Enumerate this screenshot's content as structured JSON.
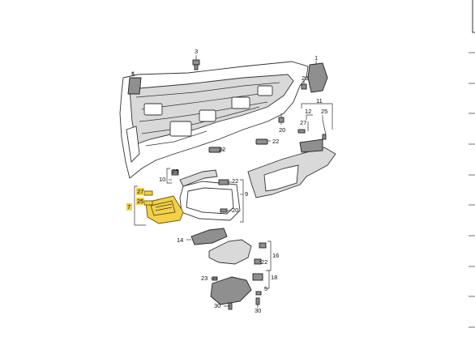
{
  "diagram": {
    "highlight_color": "#f2d04a",
    "callouts": [
      {
        "id": "c3",
        "text": "3"
      },
      {
        "id": "c5",
        "text": "5"
      },
      {
        "id": "c1",
        "text": "1"
      },
      {
        "id": "c20a",
        "text": "20"
      },
      {
        "id": "c11",
        "text": "11"
      },
      {
        "id": "c12",
        "text": "12"
      },
      {
        "id": "c27a",
        "text": "27"
      },
      {
        "id": "c25a",
        "text": "25"
      },
      {
        "id": "c20b",
        "text": "20"
      },
      {
        "id": "c22a",
        "text": "22"
      },
      {
        "id": "c22b",
        "text": "22"
      },
      {
        "id": "c25b",
        "text": "25"
      },
      {
        "id": "c10",
        "text": "10"
      },
      {
        "id": "c22c",
        "text": "22"
      },
      {
        "id": "c27b",
        "text": "27",
        "highlighted": true
      },
      {
        "id": "c25c",
        "text": "25",
        "highlighted": true
      },
      {
        "id": "c7",
        "text": "7",
        "highlighted": true
      },
      {
        "id": "c9",
        "text": "9"
      },
      {
        "id": "c20c",
        "text": "20"
      },
      {
        "id": "c14",
        "text": "14"
      },
      {
        "id": "c16",
        "text": "16"
      },
      {
        "id": "c22d",
        "text": "22"
      },
      {
        "id": "c23",
        "text": "23"
      },
      {
        "id": "c18",
        "text": "18"
      },
      {
        "id": "c5b",
        "text": "5"
      },
      {
        "id": "c30a",
        "text": "30"
      },
      {
        "id": "c30b",
        "text": "30"
      }
    ]
  }
}
